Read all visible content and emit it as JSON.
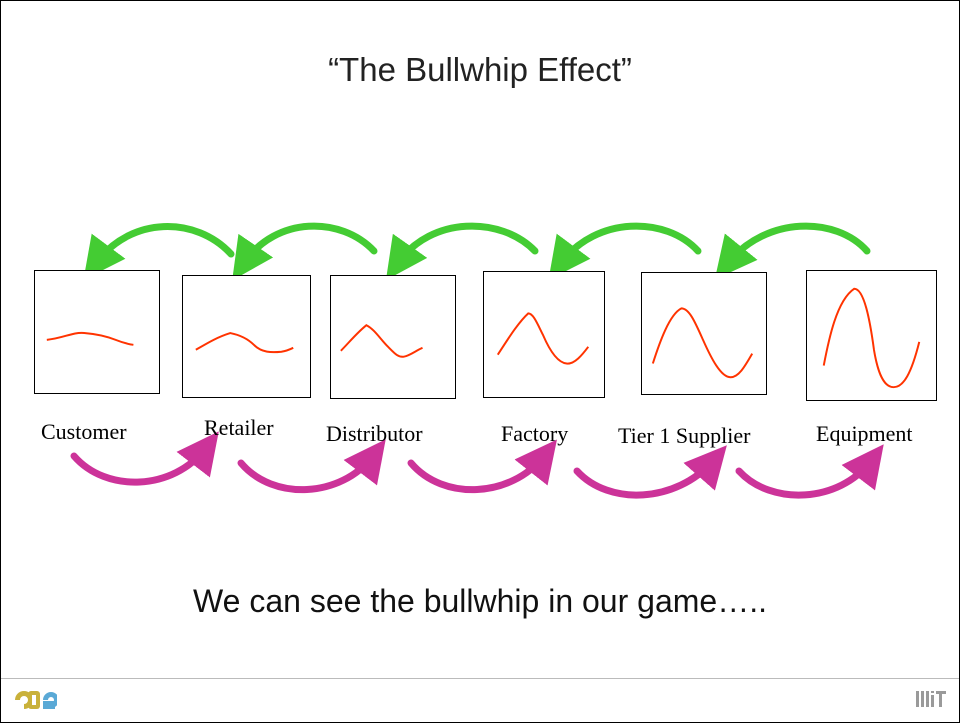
{
  "title": "“The Bullwhip Effect”",
  "caption": "We can see the bullwhip in our game…..",
  "stages": [
    {
      "label": "Customer"
    },
    {
      "label": "Retailer"
    },
    {
      "label": "Distributor"
    },
    {
      "label": "Factory"
    },
    {
      "label": "Tier 1 Supplier"
    },
    {
      "label": "Equipment"
    }
  ],
  "colors": {
    "curve": "#ff3300",
    "information_arrows": "#44cc33",
    "material_arrows": "#cc3399",
    "logo_left": "#c9b13a",
    "logo_right": "#9a9a9a"
  },
  "icons": {
    "logo_left": "ccc-logo-icon",
    "logo_right": "mit-logo-icon"
  }
}
